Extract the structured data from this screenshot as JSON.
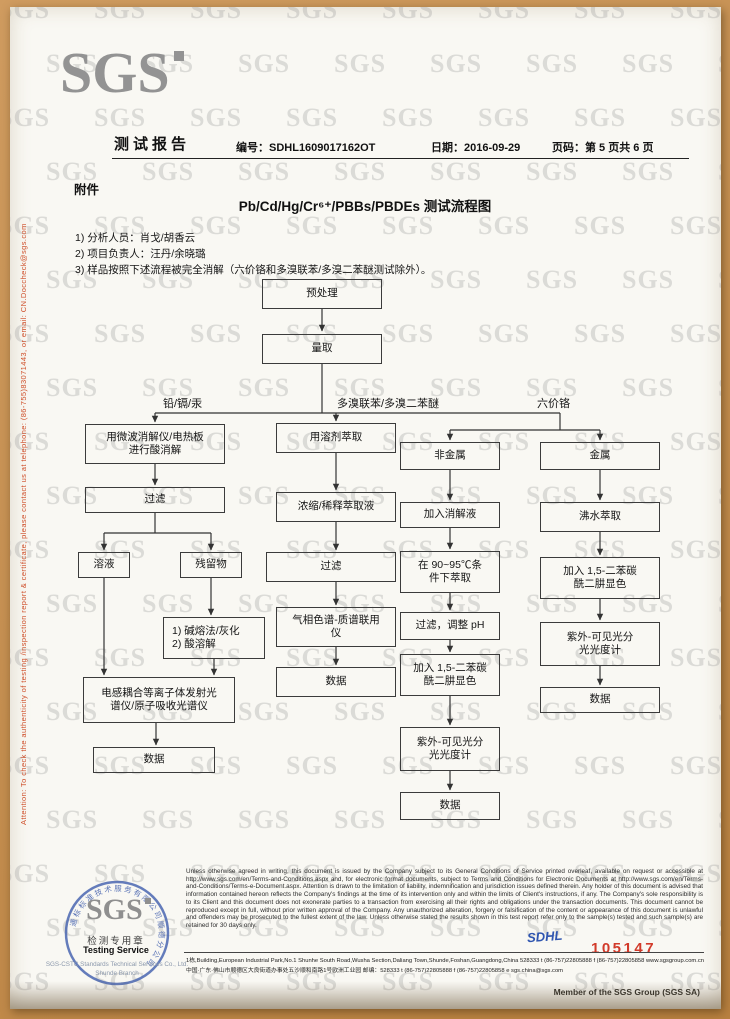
{
  "watermark_text": "SGS",
  "header": {
    "logo_text": "SGS",
    "report_type": "测试报告",
    "number_label": "编号：",
    "number_value": "SDHL1609017162OT",
    "date_label": "日期：",
    "date_value": "2016-09-29",
    "page_label": "页码：",
    "page_value": "第 5 页共 6 页"
  },
  "attachment": "附件",
  "title": "Pb/Cd/Hg/Cr⁶⁺/PBBs/PBDEs 测试流程图",
  "notes": [
    "1) 分析人员：肖戈/胡香云",
    "2) 项目负责人：汪丹/余晓璐",
    "3) 样品按照下述流程被完全消解（六价铬和多溴联苯/多溴二苯醚测试除外）。"
  ],
  "flowchart": {
    "branch_labels": {
      "pb": "铅/镉/汞",
      "pbb": "多溴联苯/多溴二苯醚",
      "cr6": "六价铬"
    },
    "nodes": {
      "pretreat": "预处理",
      "measure": "量取",
      "acid_digest": "用微波消解仪/电热板\n进行酸消解",
      "filter1": "过滤",
      "solution": "溶液",
      "residue": "残留物",
      "alkali": "1) 碱熔法/灰化\n2) 酸溶解",
      "icp": "电感耦合等离子体发射光\n谱仪/原子吸收光谱仪",
      "data1": "数据",
      "solvent": "用溶剂萃取",
      "concentrate": "浓缩/稀释萃取液",
      "filter2": "过滤",
      "gcms": "气相色谱-质谱联用\n仪",
      "data2": "数据",
      "nonmetal": "非金属",
      "metal": "金属",
      "digest_solution": "加入消解液",
      "boiling": "沸水萃取",
      "extract9095": "在 90~95℃条\n件下萃取",
      "filter_ph": "过滤，调整 pH",
      "color_nonmetal": "加入 1,5-二苯碳\n酰二肼显色",
      "uv_nonmetal": "紫外-可见光分\n光光度计",
      "data_nonmetal": "数据",
      "color_metal": "加入 1,5-二苯碳\n酰二肼显色",
      "uv_metal": "紫外-可见光分\n光光度计",
      "data_metal": "数据"
    }
  },
  "side_note": "Attention: To check the authenticity of testing /inspection report & certificate, please contact us at telephone: (86-755)83071443, or email: CN.Doccheck@sgs.com",
  "footer": {
    "disclaimer": "Unless otherwise agreed in writing, this document is issued by the Company subject to its General Conditions of Service printed overleaf, available on request or accessible at http://www.sgs.com/en/Terms-and-Conditions.aspx and, for electronic format documents, subject to Terms and Conditions for Electronic Documents at http://www.sgs.com/en/Terms-and-Conditions/Terms-e-Document.aspx. Attention is drawn to the limitation of liability, indemnification and jurisdiction issues defined therein. Any holder of this document is advised that information contained hereon reflects the Company's findings at the time of its intervention only and within the limits of Client's instructions, if any. The Company's sole responsibility is to its Client and this document does not exonerate parties to a transaction from exercising all their rights and obligations under the transaction documents. This document cannot be reproduced except in full, without prior written approval of the Company. Any unauthorized alteration, forgery or falsification of the content or appearance of this document is unlawful and offenders may be prosecuted to the fullest extent of the law. Unless otherwise stated the results shown in this test report refer only to the sample(s) tested and such sample(s) are retained for 30 days only.",
    "stamp": {
      "ring_text": "通标标准技术服务有限公司顺德分公司",
      "logo": "SGS",
      "chop": "检测专用章",
      "service": "Testing Service",
      "company": "SGS-CSTC Standards Technical Services Co., Ltd.",
      "branch": "Shunde Branch"
    },
    "code_blue": "SDHL",
    "serial_red": "105147",
    "address_en": "1栋,Building,European Industrial Park,No.1 Shunhe South Road,Wusha Section,Daliang Town,Shunde,Foshan,Guangdong,China  528333  t (86-757)22805888  f (86-757)22805858  www.sgsgroup.com.cn",
    "address_cn": "中国·广东·佛山市顺德区大良街道办事处五沙顺和南路1号欧洲工业园  邮编：528333  t (86-757)22805888  f (86-757)22805858  e sgs.china@sgs.com",
    "member": "Member of the SGS Group (SGS SA)"
  }
}
